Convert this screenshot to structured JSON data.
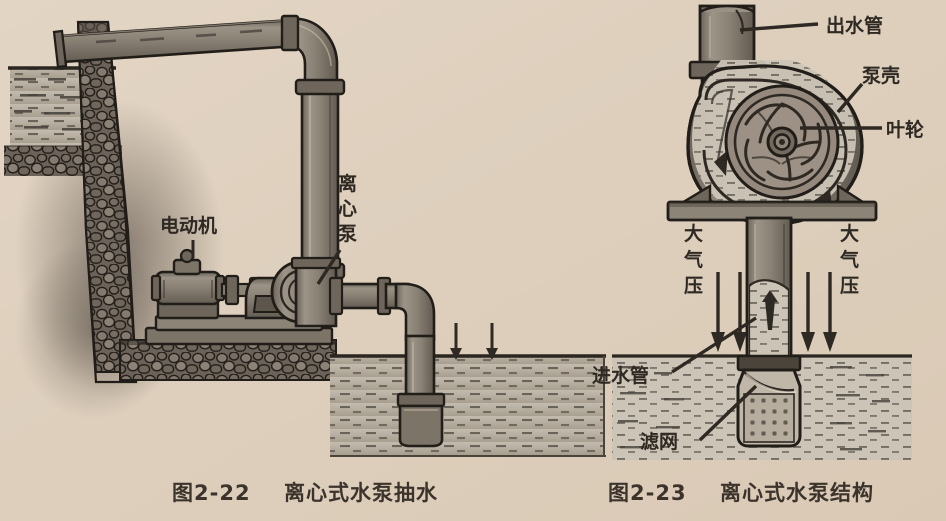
{
  "page": {
    "background_color": "#e3d5c3",
    "ink_color": "#2e2923",
    "metal_color": "#8a8176",
    "metal_dark": "#6e665b",
    "water_color": "#b9b2a4",
    "stone_color": "#5c544b"
  },
  "figures": [
    {
      "id": "fig-2-22",
      "caption_number": "图2-22",
      "caption_title": "离心式水泵抽水",
      "labels": [
        {
          "key": "motor",
          "text": "电动机",
          "orientation": "horizontal"
        },
        {
          "key": "pump",
          "text": "离心泵",
          "orientation": "vertical"
        }
      ]
    },
    {
      "id": "fig-2-23",
      "caption_number": "图2-23",
      "caption_title": "离心式水泵结构",
      "labels": [
        {
          "key": "outlet_pipe",
          "text": "出水管",
          "orientation": "horizontal"
        },
        {
          "key": "pump_casing",
          "text": "泵壳",
          "orientation": "horizontal"
        },
        {
          "key": "impeller",
          "text": "叶轮",
          "orientation": "horizontal"
        },
        {
          "key": "atm_left",
          "text": "大气压",
          "orientation": "vertical"
        },
        {
          "key": "atm_right",
          "text": "大气压",
          "orientation": "vertical"
        },
        {
          "key": "inlet_pipe",
          "text": "进水管",
          "orientation": "horizontal"
        },
        {
          "key": "strainer",
          "text": "滤网",
          "orientation": "horizontal"
        }
      ]
    }
  ],
  "label_text": {
    "motor": "电动机",
    "pump": "离心泵",
    "pump_c1": "离",
    "pump_c2": "心",
    "pump_c3": "泵",
    "outlet_pipe": "出水管",
    "pump_casing": "泵壳",
    "impeller": "叶轮",
    "atm_l1": "大",
    "atm_l2": "气",
    "atm_l3": "压",
    "atm_r1": "大",
    "atm_r2": "气",
    "atm_r3": "压",
    "inlet_pipe": "进水管",
    "strainer": "滤网"
  },
  "captions": {
    "left_number": "图2-22",
    "left_title": "离心式水泵抽水",
    "right_number": "图2-23",
    "right_title": "离心式水泵结构"
  }
}
